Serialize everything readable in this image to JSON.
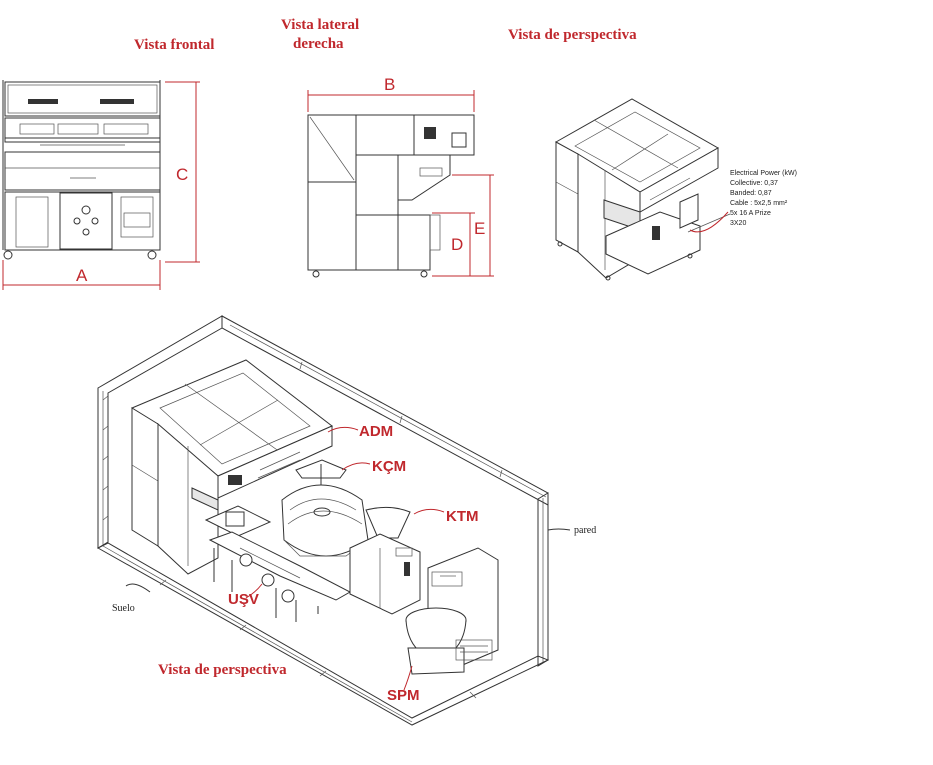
{
  "titles": {
    "front": "Vista frontal",
    "side_line1": "Vista lateral",
    "side_line2": "derecha",
    "perspective_top": "Vista de perspectiva",
    "perspective_bottom": "Vista de perspectiva"
  },
  "dimensions": {
    "a": "A",
    "b": "B",
    "c": "C",
    "d": "D",
    "e": "E"
  },
  "specs": {
    "line1": "Electrical Power (kW)",
    "line2": "Collective: 0,37",
    "line3": "Banded: 0,87",
    "line4": "Cable : 5x2,5 mm²",
    "line5": "5x 16 A Prize",
    "line6": "3X20"
  },
  "machines": {
    "adm": "ADM",
    "kcm": "KÇM",
    "ktm": "KTM",
    "usv": "UŞV",
    "spm": "SPM"
  },
  "room": {
    "wall": "pared",
    "floor": "Suelo"
  },
  "colors": {
    "accent": "#c0282d",
    "line": "#333333"
  }
}
